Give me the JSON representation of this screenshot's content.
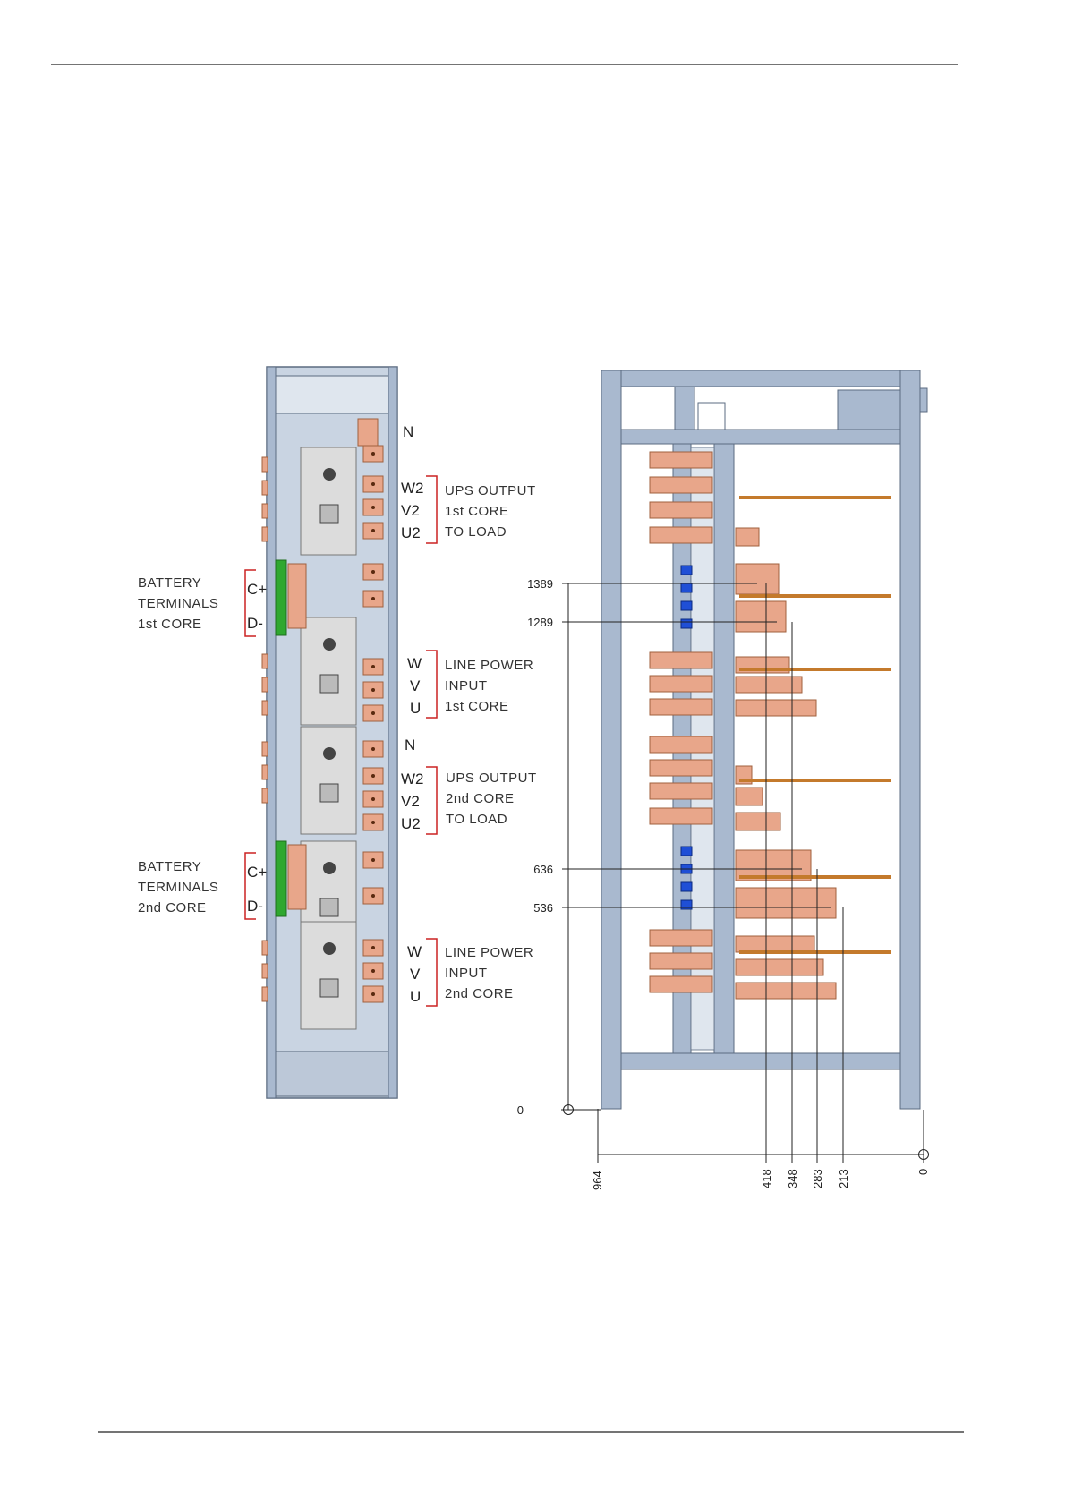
{
  "colors": {
    "frame": "#a9b9cf",
    "frame_edge": "#5b6b80",
    "panel_fill": "#c9d4e2",
    "copper": "#e8a68a",
    "copper_edge": "#a0603e",
    "breaker": "#dcdcdc",
    "green_terminal": "#2fa82f",
    "blue_insulator": "#1f4fd6",
    "bracket": "#cc2222",
    "rod": "#c47a2c"
  },
  "left_view": {
    "groups": [
      {
        "phases": [
          "N"
        ],
        "lines": []
      },
      {
        "phases": [
          "W2",
          "V2",
          "U2"
        ],
        "lines": [
          "UPS OUTPUT",
          "1st CORE",
          "TO LOAD"
        ]
      },
      {
        "phases": [
          "W",
          "V",
          "U"
        ],
        "lines": [
          "LINE POWER",
          "INPUT",
          "1st CORE"
        ]
      },
      {
        "phases": [
          "N"
        ],
        "lines": []
      },
      {
        "phases": [
          "W2",
          "V2",
          "U2"
        ],
        "lines": [
          "UPS OUTPUT",
          "2nd CORE",
          "TO LOAD"
        ]
      },
      {
        "phases": [
          "W",
          "V",
          "U"
        ],
        "lines": [
          "LINE POWER",
          "INPUT",
          "2nd CORE"
        ]
      }
    ],
    "battery_groups": [
      {
        "phases": [
          "C+",
          "D-"
        ],
        "lines": [
          "BATTERY",
          "TERMINALS",
          "1st CORE"
        ]
      },
      {
        "phases": [
          "C+",
          "D-"
        ],
        "lines": [
          "BATTERY",
          "TERMINALS",
          "2nd CORE"
        ]
      }
    ]
  },
  "right_view": {
    "vertical_dims": [
      "1389",
      "1289",
      "636",
      "536",
      "0"
    ],
    "horizontal_dims": [
      "964",
      "418",
      "348",
      "283",
      "213",
      "0"
    ]
  }
}
